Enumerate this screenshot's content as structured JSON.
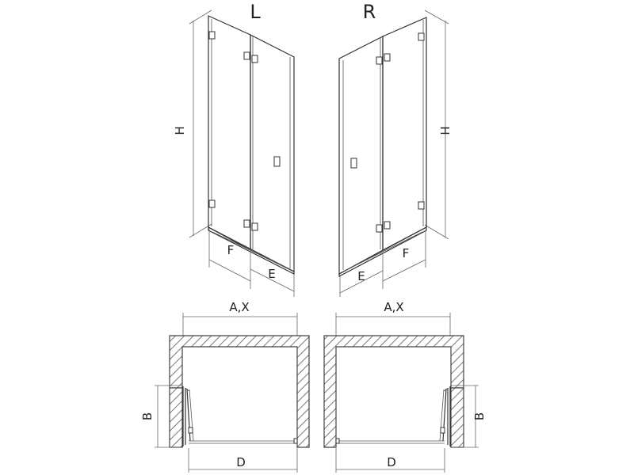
{
  "views": {
    "left_label": "L",
    "right_label": "R"
  },
  "dimensions": {
    "height": "H",
    "panel_f": "F",
    "panel_e": "E",
    "width_ax": "A,X",
    "depth_b": "B",
    "opening_d": "D"
  },
  "colors": {
    "line": "#333333",
    "hatch": "#777777",
    "background": "#ffffff"
  }
}
